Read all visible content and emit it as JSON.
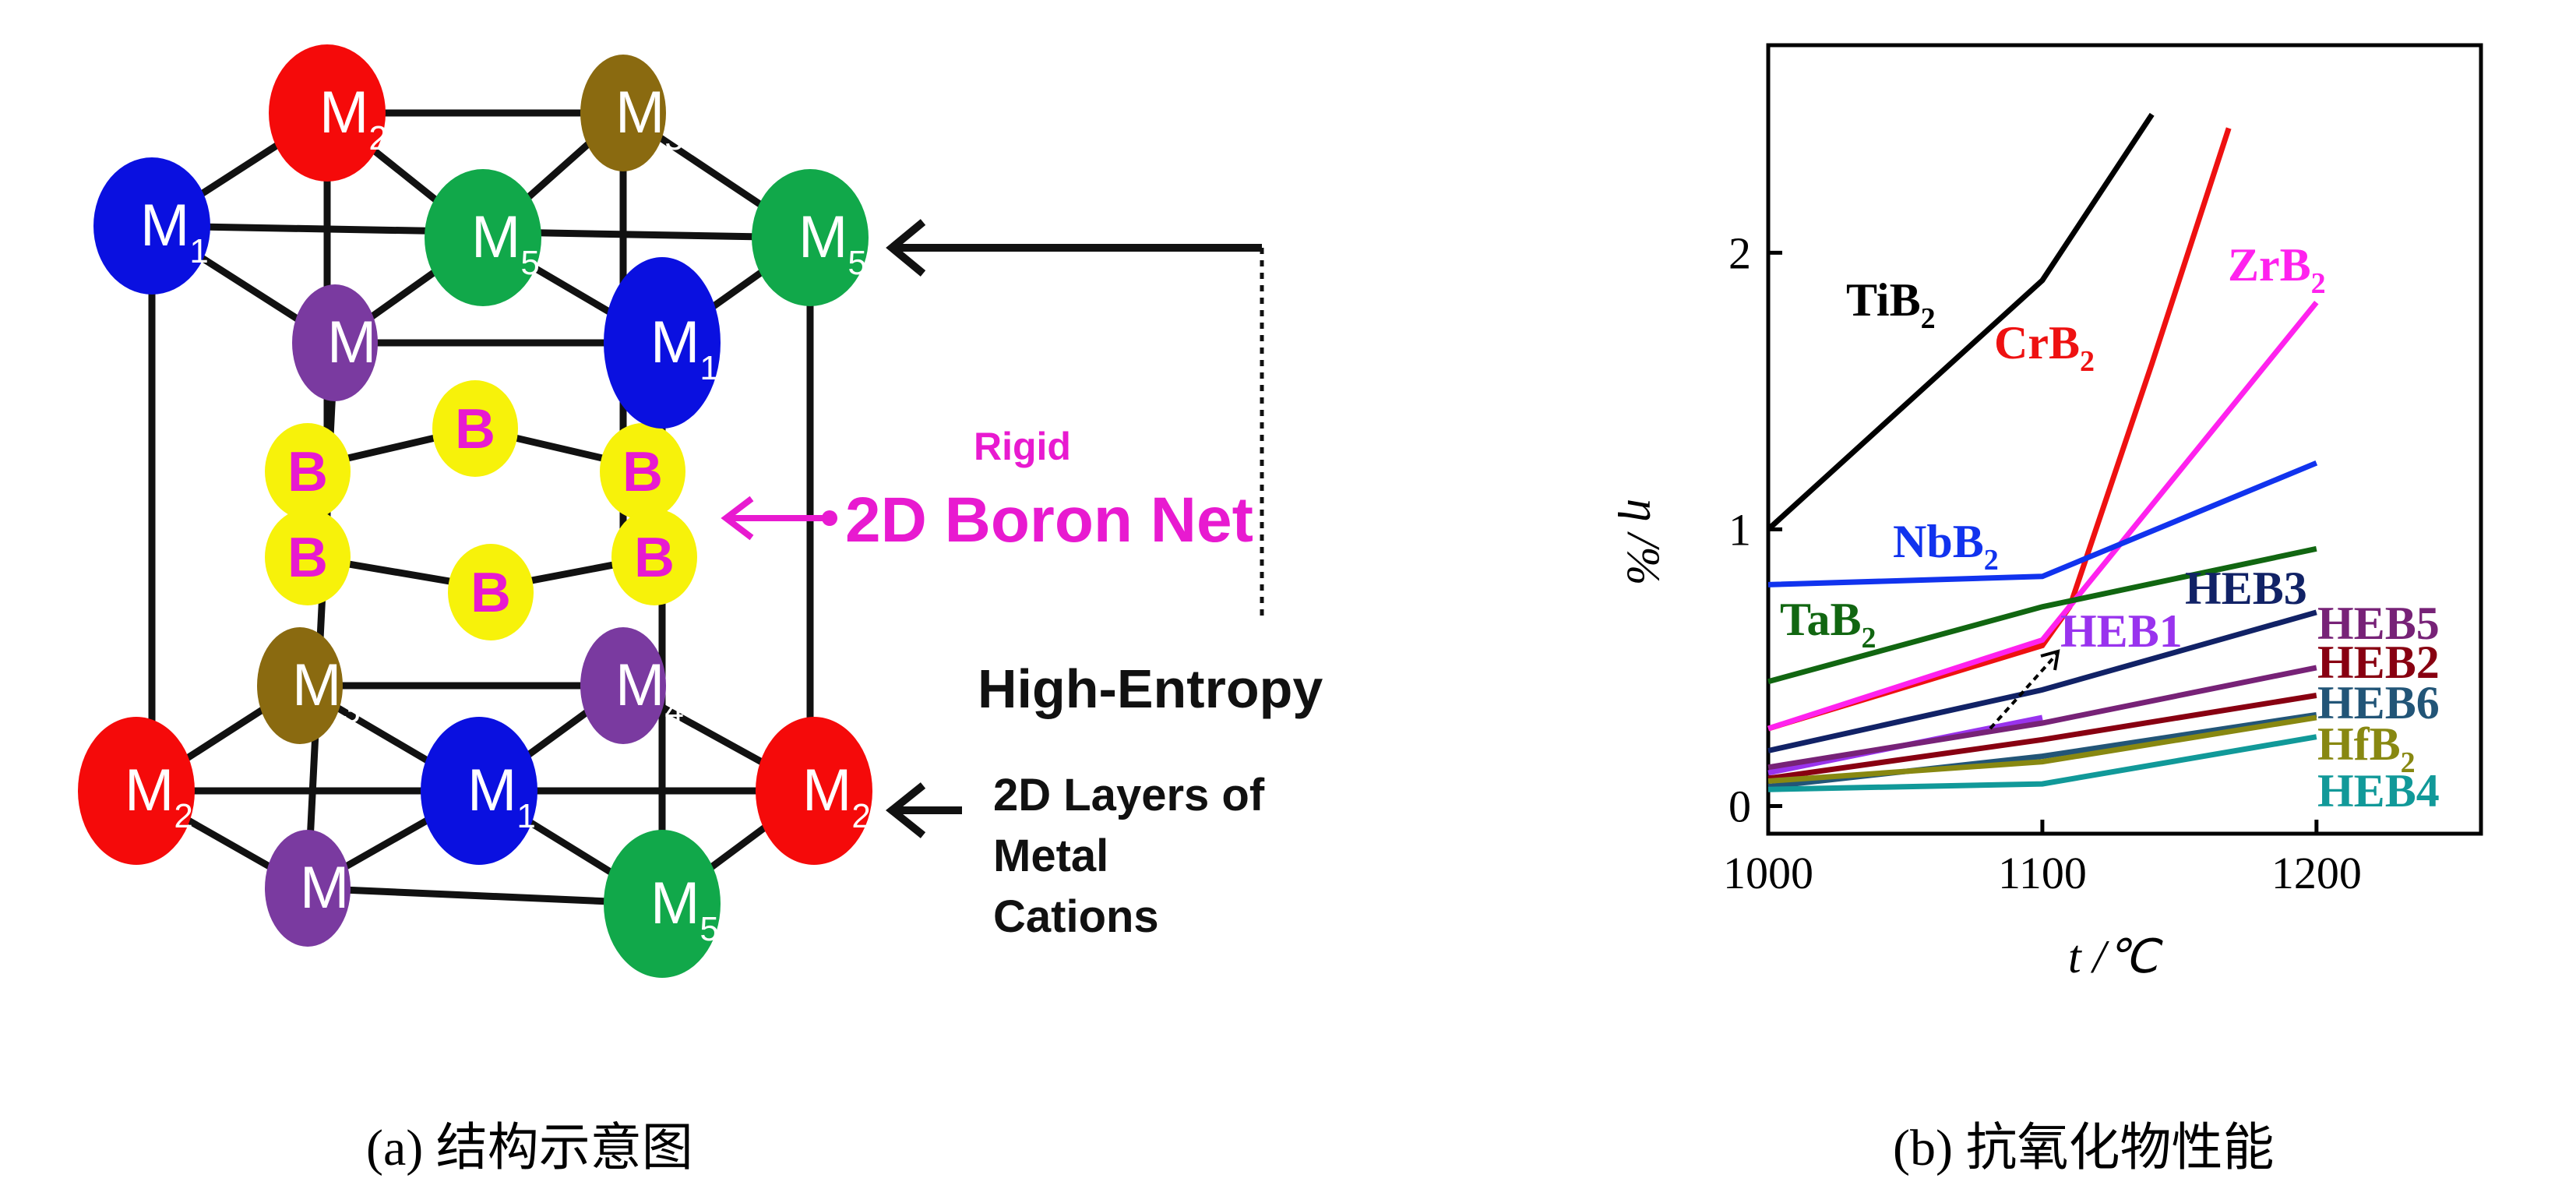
{
  "structure": {
    "atoms": {
      "m1": "M",
      "m1_sub": "1",
      "m2": "M",
      "m2_sub": "2",
      "m3": "M",
      "m3_sub": "3",
      "m4": "M",
      "m4_sub": "4",
      "m5": "M",
      "m5_sub": "5",
      "boron": "B"
    },
    "rigid_label": "Rigid",
    "boron_net_label": "2D Boron Net",
    "high_entropy_label": "High-Entropy",
    "layers_label_line1": "2D Layers of",
    "layers_label_line2": "Metal",
    "layers_label_line3": "Cations",
    "caption": "(a) 结构示意图",
    "colors": {
      "m1": "#0a10e0",
      "m2": "#f50a0a",
      "m3": "#8a6a10",
      "m4": "#7a3aa0",
      "m5": "#11a84a",
      "boron": "#f7f20a",
      "boron_text": "#e81ad0",
      "arrow_pink": "#e81ad0"
    }
  },
  "chart_data": {
    "type": "line",
    "title": "",
    "xlabel": "t /℃",
    "ylabel": "η /%",
    "xlim": [
      1000,
      1260
    ],
    "ylim": [
      -0.1,
      2.75
    ],
    "xticks": [
      1000,
      1100,
      1200
    ],
    "yticks": [
      0,
      1,
      2
    ],
    "caption": "(b) 抗氧化物性能",
    "series": [
      {
        "name": "TiB",
        "sub": "2",
        "color": "#000000",
        "x": [
          1000,
          1100,
          1140
        ],
        "y": [
          1.0,
          1.9,
          2.5
        ]
      },
      {
        "name": "CrB",
        "sub": "2",
        "color": "#ee1111",
        "x": [
          1000,
          1100,
          1110,
          1140,
          1168
        ],
        "y": [
          0.28,
          0.58,
          0.72,
          1.6,
          2.45
        ]
      },
      {
        "name": "ZrB",
        "sub": "2",
        "color": "#ff22ee",
        "x": [
          1000,
          1100,
          1200
        ],
        "y": [
          0.28,
          0.6,
          1.82
        ]
      },
      {
        "name": "NbB",
        "sub": "2",
        "color": "#1133ee",
        "x": [
          1000,
          1100,
          1200
        ],
        "y": [
          0.8,
          0.83,
          1.24
        ]
      },
      {
        "name": "TaB",
        "sub": "2",
        "color": "#116611",
        "x": [
          1000,
          1100,
          1200
        ],
        "y": [
          0.45,
          0.72,
          0.93
        ]
      },
      {
        "name": "HEB3",
        "sub": "",
        "color": "#112266",
        "x": [
          1000,
          1100,
          1200
        ],
        "y": [
          0.2,
          0.42,
          0.7
        ]
      },
      {
        "name": "HEB1",
        "sub": "",
        "color": "#9933ee",
        "x": [
          1000,
          1100
        ],
        "y": [
          0.12,
          0.32
        ]
      },
      {
        "name": "HEB5",
        "sub": "",
        "color": "#772277",
        "x": [
          1000,
          1100,
          1200
        ],
        "y": [
          0.14,
          0.3,
          0.5
        ]
      },
      {
        "name": "HEB2",
        "sub": "",
        "color": "#880011",
        "x": [
          1000,
          1100,
          1200
        ],
        "y": [
          0.1,
          0.24,
          0.4
        ]
      },
      {
        "name": "HEB6",
        "sub": "",
        "color": "#225577",
        "x": [
          1000,
          1100,
          1200
        ],
        "y": [
          0.07,
          0.18,
          0.33
        ]
      },
      {
        "name": "HfB",
        "sub": "2",
        "color": "#888811",
        "x": [
          1000,
          1100,
          1200
        ],
        "y": [
          0.09,
          0.16,
          0.32
        ]
      },
      {
        "name": "HEB4",
        "sub": "",
        "color": "#119999",
        "x": [
          1000,
          1100,
          1200
        ],
        "y": [
          0.06,
          0.08,
          0.25
        ]
      }
    ]
  }
}
